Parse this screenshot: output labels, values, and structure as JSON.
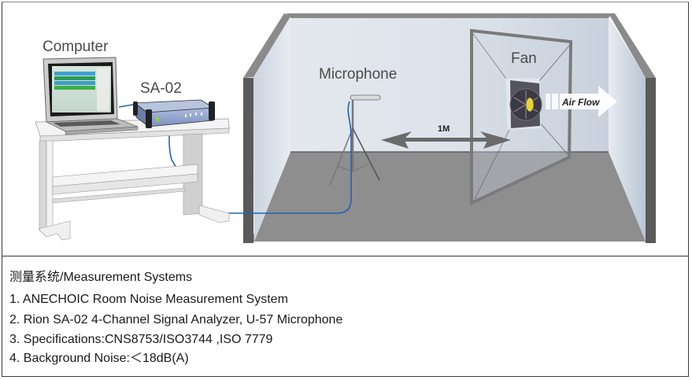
{
  "diagram": {
    "labels": {
      "computer": "Computer",
      "analyzer": "SA-02",
      "microphone": "Microphone",
      "fan": "Fan",
      "distance": "1M",
      "air_flow": "Air Flow"
    },
    "colors": {
      "cable": "#1e64b4",
      "floor": "#8c8c8c",
      "wall": "#dde3ea",
      "wall_edge": "#5a5a5a",
      "label_text": "#4a4a4a",
      "device_body": "#8ea2c8"
    }
  },
  "captions": {
    "heading": "测量系统/Measurement Systems",
    "items": [
      "1. ANECHOIC Room Noise Measurement System",
      "2. Rion SA-02 4-Channel Signal Analyzer, U-57 Microphone",
      "3. Specifications:CNS8753/ISO3744 ,ISO 7779",
      "4. Background Noise:＜18dB(A)"
    ]
  }
}
